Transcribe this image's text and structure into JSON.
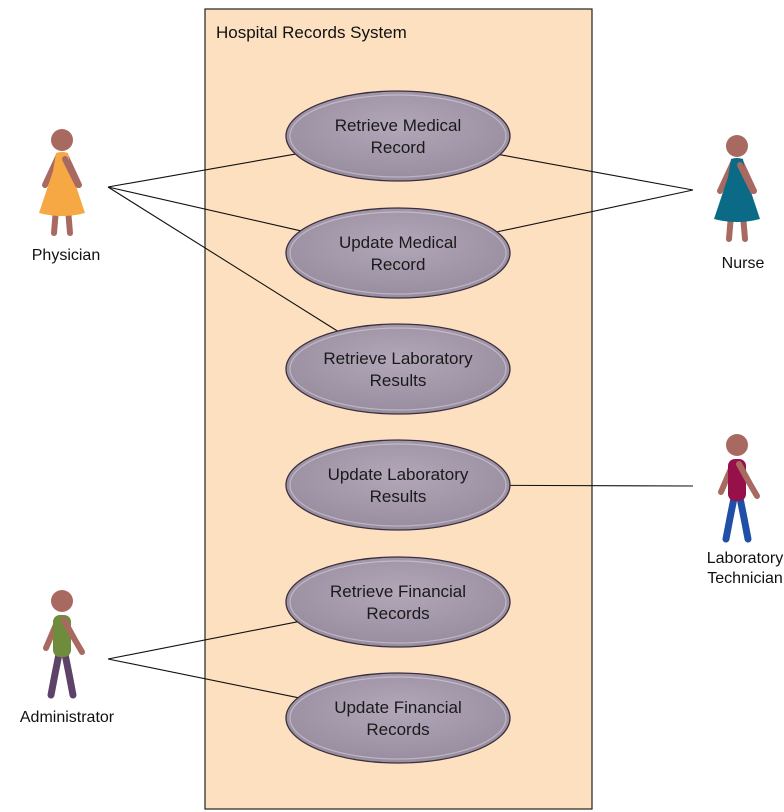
{
  "system": {
    "title": "Hospital Records System",
    "background_color": "#fde0c0"
  },
  "use_cases": [
    {
      "id": "uc1",
      "lines": [
        "Retrieve Medical",
        "Record"
      ]
    },
    {
      "id": "uc2",
      "lines": [
        "Update Medical",
        "Record"
      ]
    },
    {
      "id": "uc3",
      "lines": [
        "Retrieve Laboratory",
        "Results"
      ]
    },
    {
      "id": "uc4",
      "lines": [
        "Update Laboratory",
        "Results"
      ]
    },
    {
      "id": "uc5",
      "lines": [
        "Retrieve Financial",
        "Records"
      ]
    },
    {
      "id": "uc6",
      "lines": [
        "Update Financial",
        "Records"
      ]
    }
  ],
  "use_case_color": "#a498aa",
  "actors": [
    {
      "id": "physician",
      "lines": [
        "Physician"
      ],
      "icon": "person-dress-icon",
      "colors": {
        "body": "#f5a844",
        "skin": "#a86a60"
      }
    },
    {
      "id": "nurse",
      "lines": [
        "Nurse"
      ],
      "icon": "person-dress-icon",
      "colors": {
        "body": "#0b6a86",
        "skin": "#a86a60"
      }
    },
    {
      "id": "lab-technician",
      "lines": [
        "Laboratory",
        "Technician"
      ],
      "icon": "person-icon",
      "colors": {
        "shirt": "#96104a",
        "pants": "#1f4fa6",
        "skin": "#a86a60"
      }
    },
    {
      "id": "administrator",
      "lines": [
        "Administrator"
      ],
      "icon": "person-icon",
      "colors": {
        "shirt": "#6e8c3c",
        "pants": "#5e4368",
        "skin": "#a86a60"
      }
    }
  ],
  "associations": [
    {
      "actor": "physician",
      "use_case": "uc1"
    },
    {
      "actor": "physician",
      "use_case": "uc2"
    },
    {
      "actor": "physician",
      "use_case": "uc3"
    },
    {
      "actor": "nurse",
      "use_case": "uc1"
    },
    {
      "actor": "nurse",
      "use_case": "uc2"
    },
    {
      "actor": "lab-technician",
      "use_case": "uc4"
    },
    {
      "actor": "administrator",
      "use_case": "uc5"
    },
    {
      "actor": "administrator",
      "use_case": "uc6"
    }
  ]
}
